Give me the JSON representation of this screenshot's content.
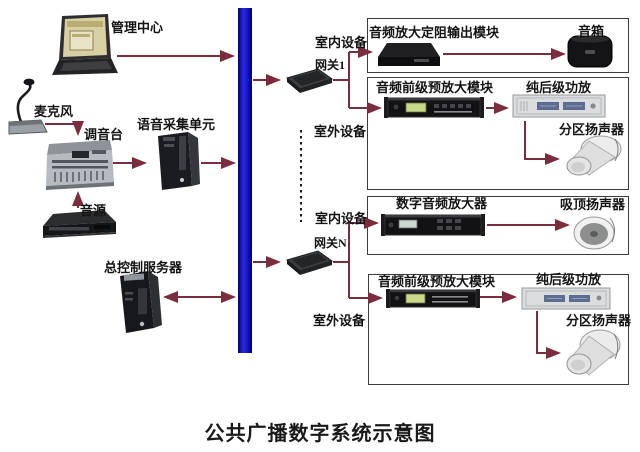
{
  "title": "公共广播数字系统示意图",
  "left": {
    "management_center": "管理中心",
    "microphone": "麦克风",
    "mixer": "调音台",
    "voice_collection_unit": "语音采集单元",
    "audio_source": "音源",
    "main_control_server": "总控制服务器"
  },
  "network": {
    "indoor_devices": "室内设备",
    "outdoor_devices": "室外设备",
    "gateway_1": "网关1",
    "gateway_n": "网关N"
  },
  "branch1": {
    "constant_impedance_module": "音频放大定阻输出模块",
    "box_speaker": "音箱",
    "preamp_module": "音频前级预放大模块",
    "power_amplifier": "纯后级功放",
    "zone_speaker": "分区扬声器"
  },
  "branch2": {
    "digital_amplifier": "数字音频放大器",
    "ceiling_speaker": "吸顶扬声器",
    "preamp_module": "音频前级预放大模块",
    "power_amplifier": "纯后级功放",
    "zone_speaker": "分区扬声器"
  },
  "colors": {
    "backbone_blue": "#1616cc",
    "arrow_red": "#7b2d3e",
    "box_border": "#3c3c3c",
    "rack_display_green": "#c9d98a"
  }
}
